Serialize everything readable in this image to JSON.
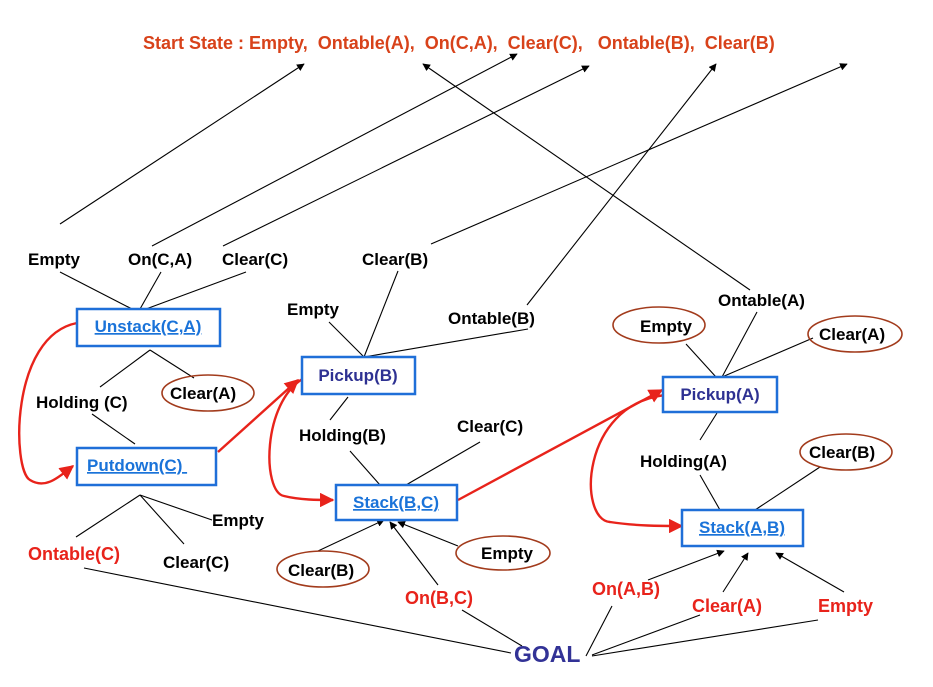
{
  "start_state": "Start State : Empty,  Ontable(A),  On(C,A),  Clear(C),   Ontable(B),  Clear(B)",
  "goal": "GOAL",
  "operators": {
    "unstack_ca": "Unstack(C,A)",
    "putdown_c": "Putdown(C) ",
    "pickup_b": "Pickup(B)",
    "stack_bc": "Stack(B,C)",
    "pickup_a": "Pickup(A)",
    "stack_ab": "Stack(A,B)"
  },
  "conditions": {
    "empty_top": "Empty",
    "on_ca": "On(C,A)",
    "clear_c_top": "Clear(C)",
    "clear_b_top": "Clear(B)",
    "empty_pickup_b": "Empty",
    "ontable_b": "Ontable(B)",
    "ontable_a": "Ontable(A)",
    "empty_pickup_a": "Empty",
    "clear_a_pickup_a": "Clear(A)",
    "holding_c": "Holding (C)",
    "clear_a_unstack": "Clear(A)",
    "holding_b": "Holding(B)",
    "clear_c_stack": "Clear(C)",
    "holding_a": "Holding(A)",
    "clear_b_stack_ab": "Clear(B)",
    "empty_putdown": "Empty",
    "ontable_c": "Ontable(C)",
    "clear_c_putdown": "Clear(C)",
    "clear_b_stack_bc": "Clear(B)",
    "empty_stack_bc": "Empty",
    "on_bc": "On(B,C)",
    "on_ab": "On(A,B)",
    "clear_a_goal": "Clear(A)",
    "empty_goal": "Empty"
  },
  "colors": {
    "operator_box": "#1f6fd8",
    "plan_arrow": "#e8231b",
    "goal_text": "#323296",
    "circled_condition": "#a23b1c"
  }
}
